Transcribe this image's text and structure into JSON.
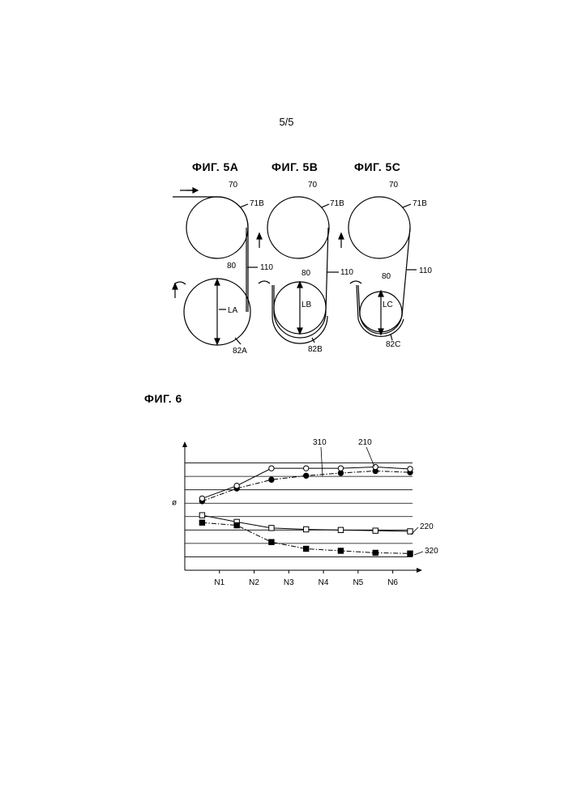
{
  "page": {
    "number": "5/5"
  },
  "fig5": {
    "panels": [
      {
        "title": "ФИГ. 5A",
        "label_70": "70",
        "label_71": "71B",
        "label_80": "80",
        "label_110": "110",
        "dim_label": "LA",
        "label_82": "82A"
      },
      {
        "title": "ФИГ. 5B",
        "label_70": "70",
        "label_71": "71B",
        "label_80": "80",
        "label_110": "110",
        "dim_label": "LB",
        "label_82": "82B"
      },
      {
        "title": "ФИГ. 5C",
        "label_70": "70",
        "label_71": "71B",
        "label_80": "80",
        "label_110": "110",
        "dim_label": "LC",
        "label_82": "82C"
      }
    ]
  },
  "fig6": {
    "title": "ФИГ. 6",
    "chart_data": {
      "type": "line",
      "ylabel": "ø",
      "xlabel": "",
      "categories": [
        "N1",
        "N2",
        "N3",
        "N4",
        "N5",
        "N6"
      ],
      "ylim": [
        0,
        9
      ],
      "grid": true,
      "series": [
        {
          "name": "310",
          "marker": "filled-circle",
          "style": "dash-dot",
          "points": [
            [
              0.5,
              5.15
            ],
            [
              1.5,
              6.1
            ],
            [
              2.5,
              6.75
            ],
            [
              3.5,
              7.05
            ],
            [
              4.5,
              7.25
            ],
            [
              5.5,
              7.4
            ],
            [
              6.5,
              7.3
            ]
          ]
        },
        {
          "name": "210",
          "marker": "open-circle",
          "style": "solid",
          "points": [
            [
              0.5,
              5.35
            ],
            [
              1.5,
              6.3
            ],
            [
              2.5,
              7.6
            ],
            [
              3.5,
              7.6
            ],
            [
              4.5,
              7.6
            ],
            [
              5.5,
              7.7
            ],
            [
              6.5,
              7.55
            ]
          ]
        },
        {
          "name": "220",
          "marker": "open-square",
          "style": "solid",
          "points": [
            [
              0.5,
              4.1
            ],
            [
              1.5,
              3.6
            ],
            [
              2.5,
              3.15
            ],
            [
              3.5,
              3.05
            ],
            [
              4.5,
              3.0
            ],
            [
              5.5,
              2.95
            ],
            [
              6.5,
              2.9
            ]
          ]
        },
        {
          "name": "320",
          "marker": "filled-square",
          "style": "dash-dot",
          "points": [
            [
              0.5,
              3.55
            ],
            [
              1.5,
              3.35
            ],
            [
              2.5,
              2.1
            ],
            [
              3.5,
              1.6
            ],
            [
              4.5,
              1.45
            ],
            [
              5.5,
              1.3
            ],
            [
              6.5,
              1.25
            ]
          ]
        }
      ]
    }
  }
}
